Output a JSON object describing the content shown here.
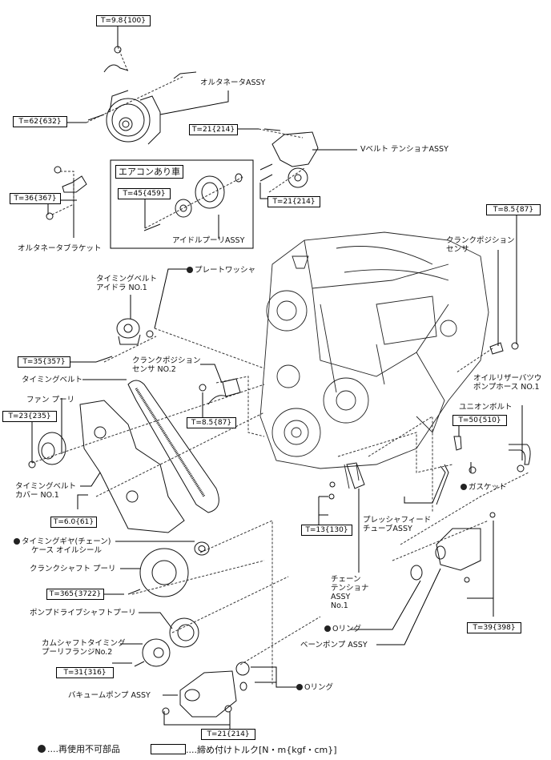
{
  "torque_labels": {
    "alt_terminal": "T=9.8{100}",
    "alt_bolt": "T=62{632}",
    "tensioner_top": "T=21{214}",
    "tensioner_bottom": "T=21{214}",
    "alt_bracket": "T=36{367}",
    "idler_pulley": "T=45{459}",
    "crank_sensor": "T=8.5{87}",
    "idler_no1": "T=35{357}",
    "crank_sensor_no2": "T=8.5{87}",
    "fan_pulley": "T=23{235}",
    "timing_cover": "T=6.0{61}",
    "union_bolt": "T=50{510}",
    "chain_tensioner": "T=13{130}",
    "vane_pump": "T=39{398}",
    "crank_pulley": "T=365{3722}",
    "cam_flange": "T=31{316}",
    "vacuum_pump": "T=21{214}"
  },
  "parts": {
    "alternator": "オルタネータASSY",
    "v_belt_tensioner": "Vベルト テンショナASSY",
    "ac_box_title": "エアコンあり車",
    "idler_pulley": "アイドルプーリASSY",
    "alt_bracket": "オルタネータブラケット",
    "crank_sensor_1": "クランクポジション",
    "crank_sensor_2": "センサ",
    "plate_washer": "プレートワッシャ",
    "idler_no1_1": "タイミングベルト",
    "idler_no1_2": "アイドラ NO.1",
    "crank_sensor_no2_1": "クランクポジション",
    "crank_sensor_no2_2": "センサ NO.2",
    "timing_belt": "タイミングベルト",
    "fan_pulley": "ファン プーリ",
    "timing_cover_1": "タイミングベルト",
    "timing_cover_2": "カバー NO.1",
    "oil_seal_1": "タイミングギヤ(チェーン)",
    "oil_seal_2": "ケース オイルシール",
    "crank_pulley": "クランクシャフト プーリ",
    "pump_drive_pulley": "ポンプドライブシャフトプーリ",
    "cam_flange_1": "カムシャフトタイミング",
    "cam_flange_2": "プーリフランジNo.2",
    "vacuum_pump": "バキュームポンプ ASSY",
    "oring_vacuum": "Oリング",
    "oil_hose_1": "オイルリザーバツウ",
    "oil_hose_2": "ポンプホース NO.1",
    "union_bolt": "ユニオンボルト",
    "gasket": "ガスケット",
    "pressure_tube_1": "プレッシャフィード",
    "pressure_tube_2": "チューブASSY",
    "chain_tensioner_1": "チェーン",
    "chain_tensioner_2": "テンショナ",
    "chain_tensioner_3": "ASSY",
    "chain_tensioner_4": "No.1",
    "oring_vane": "Oリング",
    "vane_pump": "ベーンポンプ ASSY"
  },
  "legend": {
    "non_reusable": "....再使用不可部品",
    "torque": "....締め付けトルク[N・m{kgf・cm}]"
  }
}
